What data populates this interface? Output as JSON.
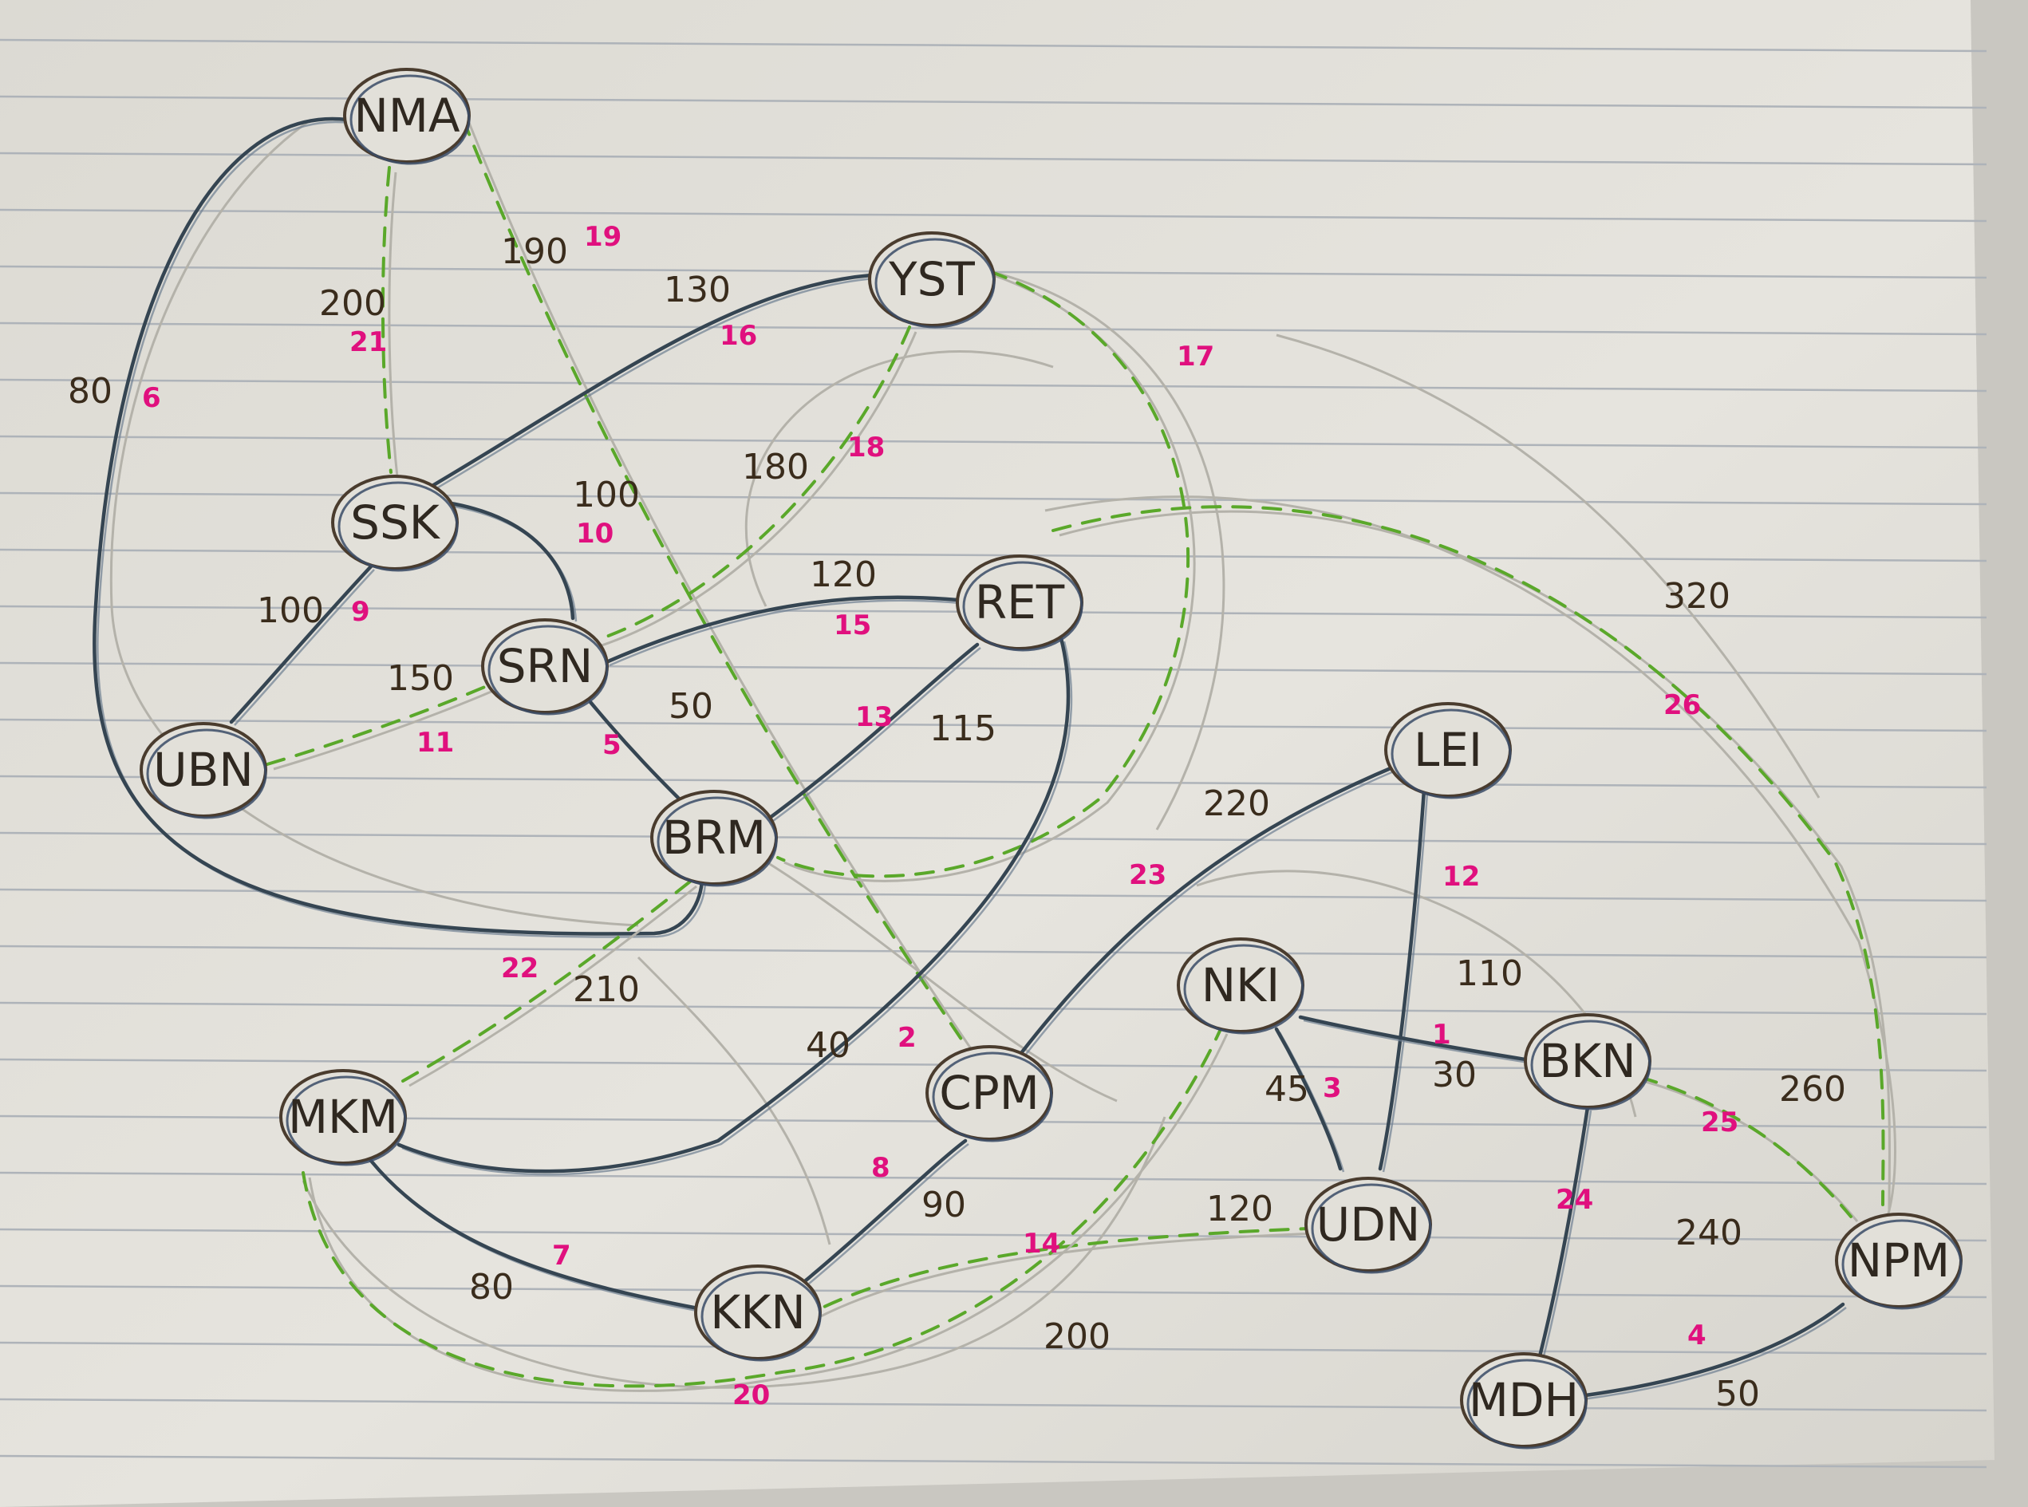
{
  "colors": {
    "paper": "#e4e2dc",
    "rule_line": "#aeb3b9",
    "ink": "#2b3440",
    "solid_edge": "#354552",
    "dashed_edge": "#5aa82a",
    "pencil": "#b4b2aa",
    "pink": "#e0107e",
    "node_fill": "#e2e0d9"
  },
  "nodes": [
    {
      "id": "NMA",
      "label": "NMA"
    },
    {
      "id": "YST",
      "label": "YST"
    },
    {
      "id": "SSK",
      "label": "SSK"
    },
    {
      "id": "SRN",
      "label": "SRN"
    },
    {
      "id": "RET",
      "label": "RET"
    },
    {
      "id": "UBN",
      "label": "UBN"
    },
    {
      "id": "BRM",
      "label": "BRM"
    },
    {
      "id": "LEI",
      "label": "LEI"
    },
    {
      "id": "NKI",
      "label": "NKI"
    },
    {
      "id": "BKN",
      "label": "BKN"
    },
    {
      "id": "MKM",
      "label": "MKM"
    },
    {
      "id": "CPM",
      "label": "CPM"
    },
    {
      "id": "UDN",
      "label": "UDN"
    },
    {
      "id": "NPM",
      "label": "NPM"
    },
    {
      "id": "KKN",
      "label": "KKN"
    },
    {
      "id": "MDH",
      "label": "MDH"
    }
  ],
  "edges": [
    {
      "id": "e1",
      "from": "NMA",
      "to": "BRM",
      "style": "solid",
      "weight": "80",
      "index": "6"
    },
    {
      "id": "e2",
      "from": "NMA",
      "to": "SSK",
      "style": "dashed",
      "weight": "200",
      "index": "21"
    },
    {
      "id": "e3",
      "from": "NMA",
      "to": "CPM",
      "style": "dashed",
      "weight": "190",
      "index": "19"
    },
    {
      "id": "e4",
      "from": "SSK",
      "to": "YST",
      "style": "solid",
      "weight": "130",
      "index": "16"
    },
    {
      "id": "e5",
      "from": "YST",
      "to": "SRN",
      "style": "dashed",
      "weight": "180",
      "index": "18"
    },
    {
      "id": "e6",
      "from": "YST",
      "to": "BRM",
      "style": "dashed",
      "weight": "",
      "index": "17"
    },
    {
      "id": "e7",
      "from": "SSK",
      "to": "SRN",
      "style": "solid",
      "weight": "100",
      "index": "10"
    },
    {
      "id": "e8",
      "from": "SSK",
      "to": "UBN",
      "style": "solid",
      "weight": "100",
      "index": "9"
    },
    {
      "id": "e9",
      "from": "UBN",
      "to": "SRN",
      "style": "dashed",
      "weight": "150",
      "index": "11"
    },
    {
      "id": "e10",
      "from": "SRN",
      "to": "RET",
      "style": "solid",
      "weight": "120",
      "index": "15"
    },
    {
      "id": "e11",
      "from": "SRN",
      "to": "BRM",
      "style": "solid",
      "weight": "50",
      "index": "5"
    },
    {
      "id": "e12",
      "from": "BRM",
      "to": "RET",
      "style": "solid",
      "weight": "115",
      "index": "13"
    },
    {
      "id": "e13",
      "from": "RET",
      "to": "NPM",
      "style": "dashed",
      "weight": "320",
      "index": "26"
    },
    {
      "id": "e14",
      "from": "RET",
      "to": "MKM",
      "style": "solid",
      "weight": "40",
      "index": "2"
    },
    {
      "id": "e15",
      "from": "BRM",
      "to": "MKM",
      "style": "dashed",
      "weight": "210",
      "index": "22"
    },
    {
      "id": "e16",
      "from": "CPM",
      "to": "LEI",
      "style": "solid",
      "weight": "220",
      "index": "23"
    },
    {
      "id": "e17",
      "from": "LEI",
      "to": "UDN",
      "style": "solid",
      "weight": "110",
      "index": "12"
    },
    {
      "id": "e18",
      "from": "NKI",
      "to": "BKN",
      "style": "solid",
      "weight": "30",
      "index": "1"
    },
    {
      "id": "e19",
      "from": "NKI",
      "to": "UDN",
      "style": "solid",
      "weight": "45",
      "index": "3"
    },
    {
      "id": "e20",
      "from": "MKM",
      "to": "KKN",
      "style": "solid",
      "weight": "80",
      "index": "7"
    },
    {
      "id": "e21",
      "from": "KKN",
      "to": "CPM",
      "style": "solid",
      "weight": "90",
      "index": "8"
    },
    {
      "id": "e22",
      "from": "KKN",
      "to": "UDN",
      "style": "dashed",
      "weight": "120",
      "index": "14"
    },
    {
      "id": "e23",
      "from": "MKM",
      "to": "NKI",
      "style": "dashed",
      "weight": "200",
      "index": "20"
    },
    {
      "id": "e24",
      "from": "BKN",
      "to": "MDH",
      "style": "solid",
      "weight": "240",
      "index": "24"
    },
    {
      "id": "e25",
      "from": "BKN",
      "to": "NPM",
      "style": "dashed",
      "weight": "260",
      "index": "25"
    },
    {
      "id": "e26",
      "from": "MDH",
      "to": "NPM",
      "style": "solid",
      "weight": "50",
      "index": "4"
    }
  ]
}
